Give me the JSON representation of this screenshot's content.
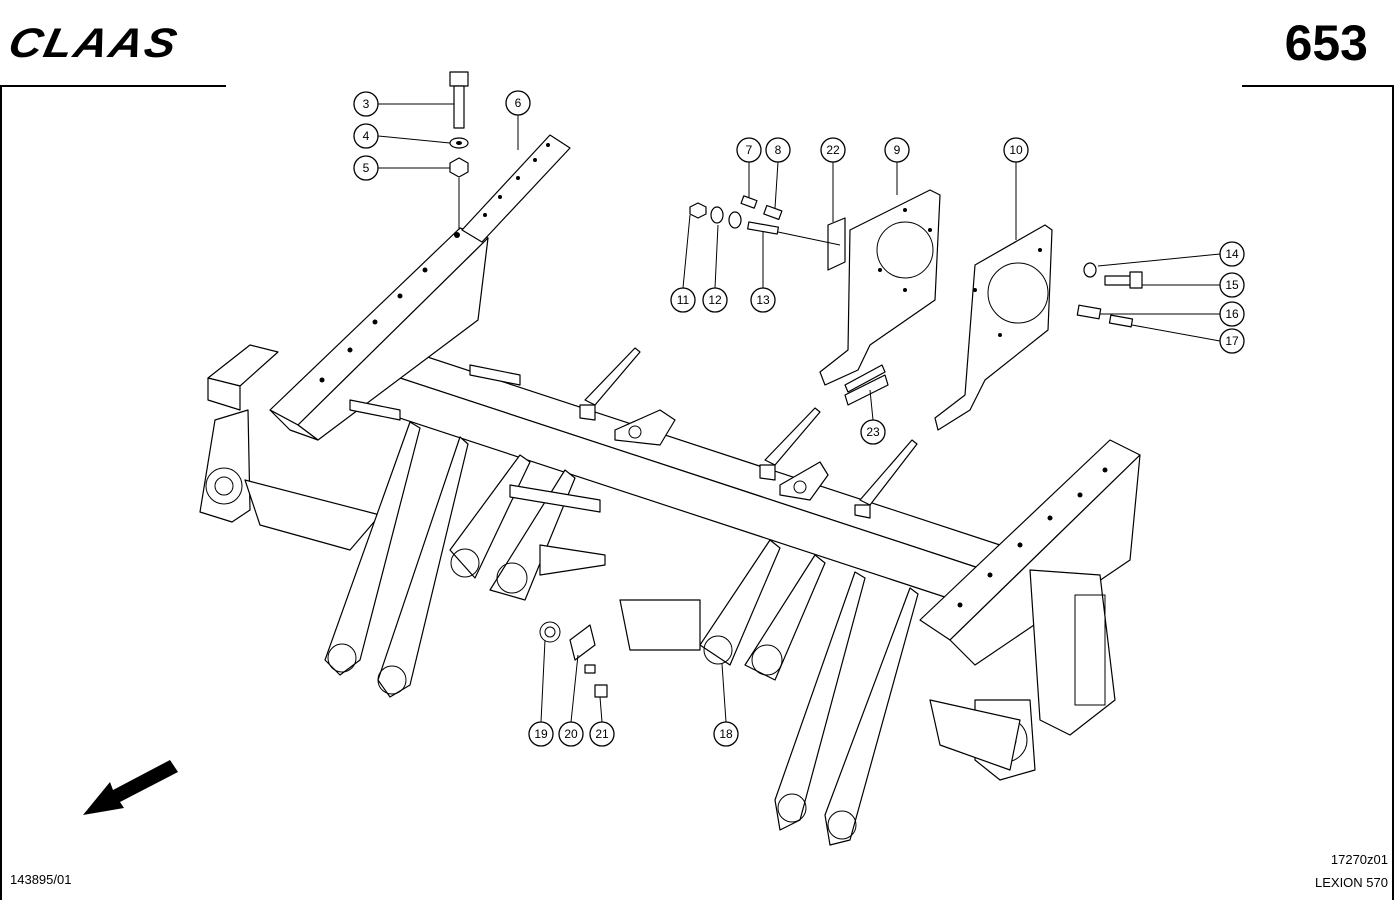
{
  "header": {
    "brand": "CLAAS",
    "page_number": "653"
  },
  "footer": {
    "document_id": "143895/01",
    "drawing_id": "17270z01",
    "model": "LEXION 570"
  },
  "callouts": [
    "3",
    "4",
    "5",
    "6",
    "7",
    "8",
    "22",
    "9",
    "10",
    "11",
    "12",
    "13",
    "14",
    "15",
    "16",
    "17",
    "23",
    "19",
    "20",
    "21",
    "18"
  ],
  "icons": {
    "direction": "direction-arrow-icon"
  }
}
